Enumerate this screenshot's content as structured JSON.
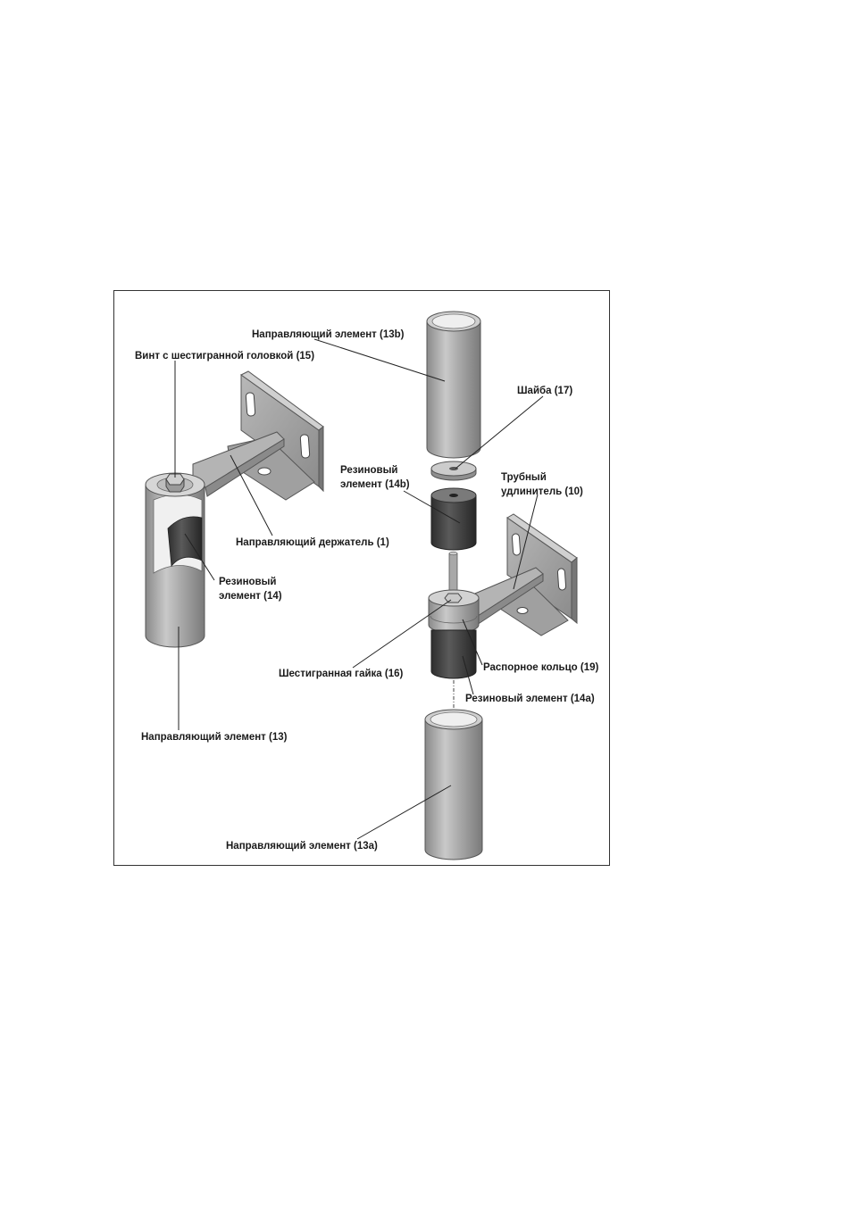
{
  "labels": {
    "guide_13b": "Направляющий элемент (13b)",
    "hex_screw_15": "Винт с шестигранной головкой (15)",
    "washer_17": "Шайба (17)",
    "rubber_14b_line1": "Резиновый",
    "rubber_14b_line2": "элемент (14b)",
    "tube_ext_10_line1": "Трубный",
    "tube_ext_10_line2": "удлинитель (10)",
    "guide_holder_1": "Направляющий держатель (1)",
    "rubber_14_line1": "Резиновый",
    "rubber_14_line2": "элемент (14)",
    "spacer_ring_19": "Распорное кольцо (19)",
    "hex_nut_16": "Шестигранная гайка (16)",
    "rubber_14a": "Резиновый элемент (14a)",
    "guide_13": "Направляющий элемент (13)",
    "guide_13a": "Направляющий элемент (13a)"
  }
}
